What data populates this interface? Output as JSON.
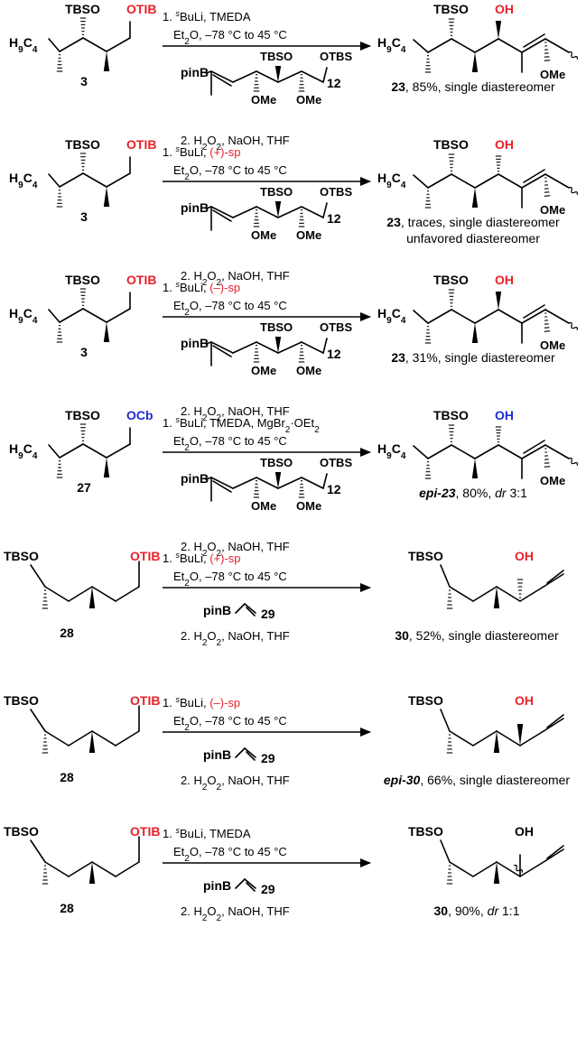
{
  "colors": {
    "ink": "#000000",
    "red": "#e8212b",
    "blue": "#1f2bd6"
  },
  "atoms": {
    "tbso": "TBSO",
    "h9c4_main": "H",
    "h9c4_sub1": "9",
    "h9c4_mid": "C",
    "h9c4_sub2": "4",
    "otib": "OTIB",
    "ocb": "OCb",
    "otbs": "OTBS",
    "oh": "OH",
    "ome": "OMe",
    "pinb": "pinB"
  },
  "common": {
    "step1_prefix": "1. ",
    "s_super": "s",
    "buli": "BuLi, ",
    "cond_et2o_a": "Et",
    "cond_et2o_b": "2",
    "cond_et2o_c": "O, –78 °C to 45 °C",
    "cond_h2o2_a": "2. H",
    "cond_h2o2_b": "2",
    "cond_h2o2_c": "O",
    "cond_h2o2_d": "2",
    "cond_h2o2_e": ", NaOH, THF"
  },
  "reactions": [
    {
      "sm": "3",
      "reagent": "12",
      "ligand": "TMEDA",
      "ligand_red": false,
      "prod_bold": "23",
      "prod_it": false,
      "prod_rest": ", 85%, single diastereomer",
      "prod_line2": ""
    },
    {
      "sm": "3",
      "reagent": "12",
      "ligand": "(+)-sp",
      "ligand_red": true,
      "prod_bold": "23",
      "prod_it": false,
      "prod_rest": ", traces, single diastereomer",
      "prod_line2": "unfavored diastereomer"
    },
    {
      "sm": "3",
      "reagent": "12",
      "ligand": "(–)-sp",
      "ligand_red": true,
      "prod_bold": "23",
      "prod_it": false,
      "prod_rest": ", 31%, single diastereomer",
      "prod_line2": ""
    },
    {
      "sm": "27",
      "reagent": "12",
      "ligand": "TMEDA, MgBr",
      "ligand_red": false,
      "ligand_sub": "2",
      "ligand_tail": "·OEt",
      "ligand_sub2": "2",
      "prod_bold": "epi-23",
      "prod_it": true,
      "prod_rest": ", 80%, ",
      "prod_dr": "dr",
      "prod_dr_val": " 3:1",
      "prod_line2": ""
    },
    {
      "sm": "28",
      "reagent": "29",
      "ligand": "(+)-sp",
      "ligand_red": true,
      "prod_bold": "30",
      "prod_it": false,
      "prod_rest": ", 52%, single diastereomer",
      "prod_line2": ""
    },
    {
      "sm": "28",
      "reagent": "29",
      "ligand": "(–)-sp",
      "ligand_red": true,
      "prod_bold": "epi-30",
      "prod_it": true,
      "prod_rest": ", 66%, single diastereomer",
      "prod_line2": ""
    },
    {
      "sm": "28",
      "reagent": "29",
      "ligand": "TMEDA",
      "ligand_red": false,
      "prod_bold": "30",
      "prod_it": false,
      "prod_rest": ", 90%, ",
      "prod_dr": "dr",
      "prod_dr_val": " 1:1",
      "prod_line2": ""
    }
  ]
}
